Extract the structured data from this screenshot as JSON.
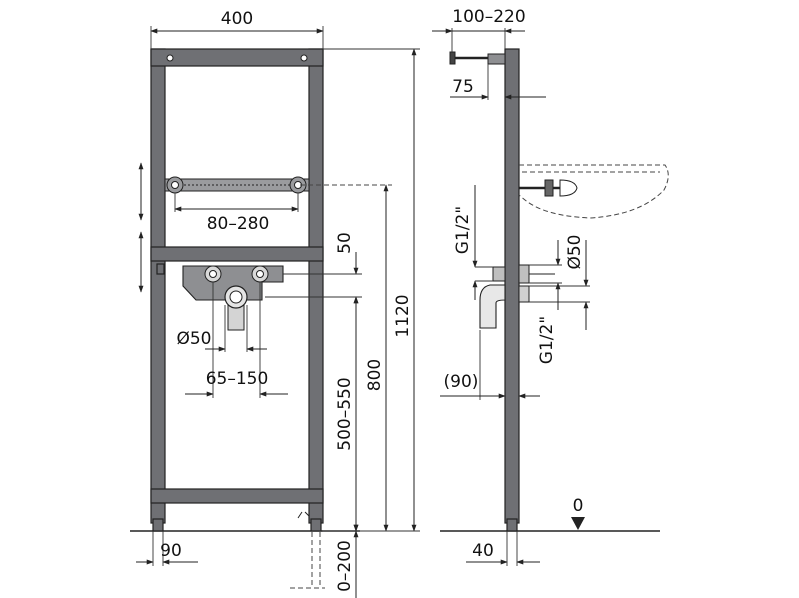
{
  "dimensions": {
    "frame_width": "400",
    "depth_range": "100–220",
    "offset_75": "75",
    "bracket_spacing": "80–280",
    "gap_50": "50",
    "drain_diameter_front": "Ø50",
    "supply_spacing": "65–150",
    "drain_height": "500–550",
    "supply_height": "800",
    "total_height": "1120",
    "foot_width": "90",
    "floor_adjust": "0–200",
    "side_offset_90": "(90)",
    "supply_thread_upper": "G1/2\"",
    "supply_thread_lower": "G1/2\"",
    "drain_diameter_side": "Ø50",
    "foot_depth": "40",
    "floor_level": "0"
  }
}
